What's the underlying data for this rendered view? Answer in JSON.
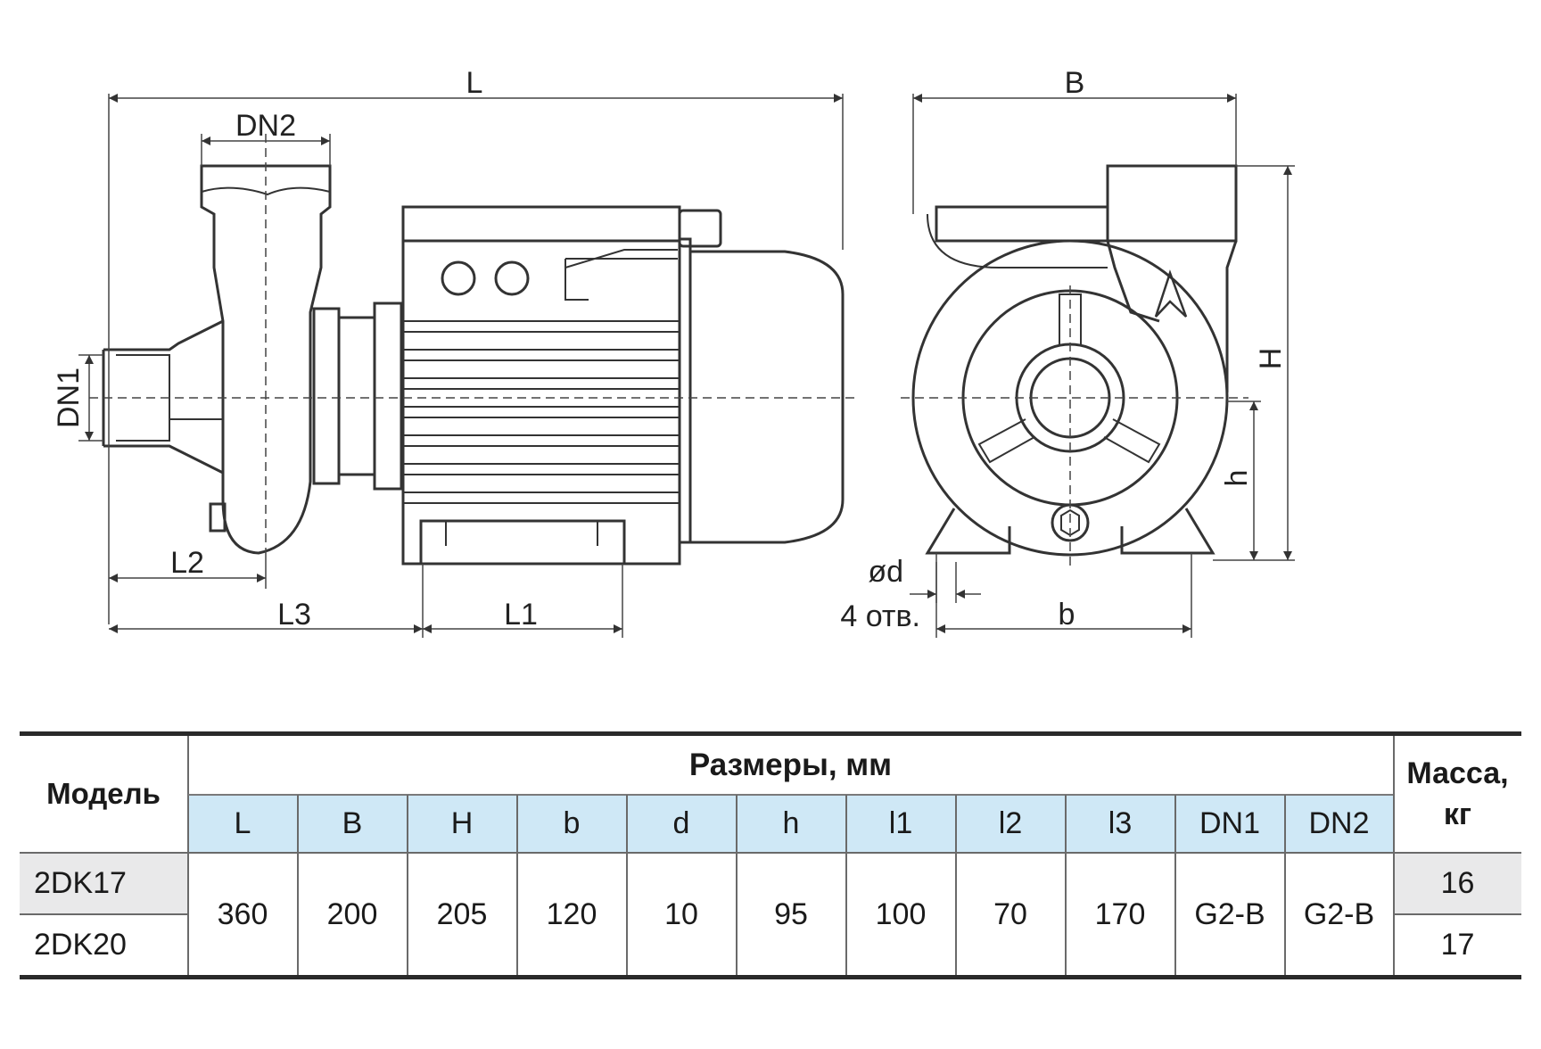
{
  "drawing": {
    "labels": {
      "L": "L",
      "DN2": "DN2",
      "DN1": "DN1",
      "L2": "L2",
      "L3": "L3",
      "L1": "L1",
      "B": "B",
      "H": "H",
      "h": "h",
      "od": "ød",
      "holes": "4 отв.",
      "b": "b"
    }
  },
  "table": {
    "model_header": "Модель",
    "dims_header": "Размеры, мм",
    "mass_header_line1": "Масса,",
    "mass_header_line2": "кг",
    "columns": [
      "L",
      "B",
      "H",
      "b",
      "d",
      "h",
      "l1",
      "l2",
      "l3",
      "DN1",
      "DN2"
    ],
    "shared_values": [
      "360",
      "200",
      "205",
      "120",
      "10",
      "95",
      "100",
      "70",
      "170",
      "G2-B",
      "G2-B"
    ],
    "rows": [
      {
        "model": "2DK17",
        "mass": "16"
      },
      {
        "model": "2DK20",
        "mass": "17"
      }
    ]
  }
}
